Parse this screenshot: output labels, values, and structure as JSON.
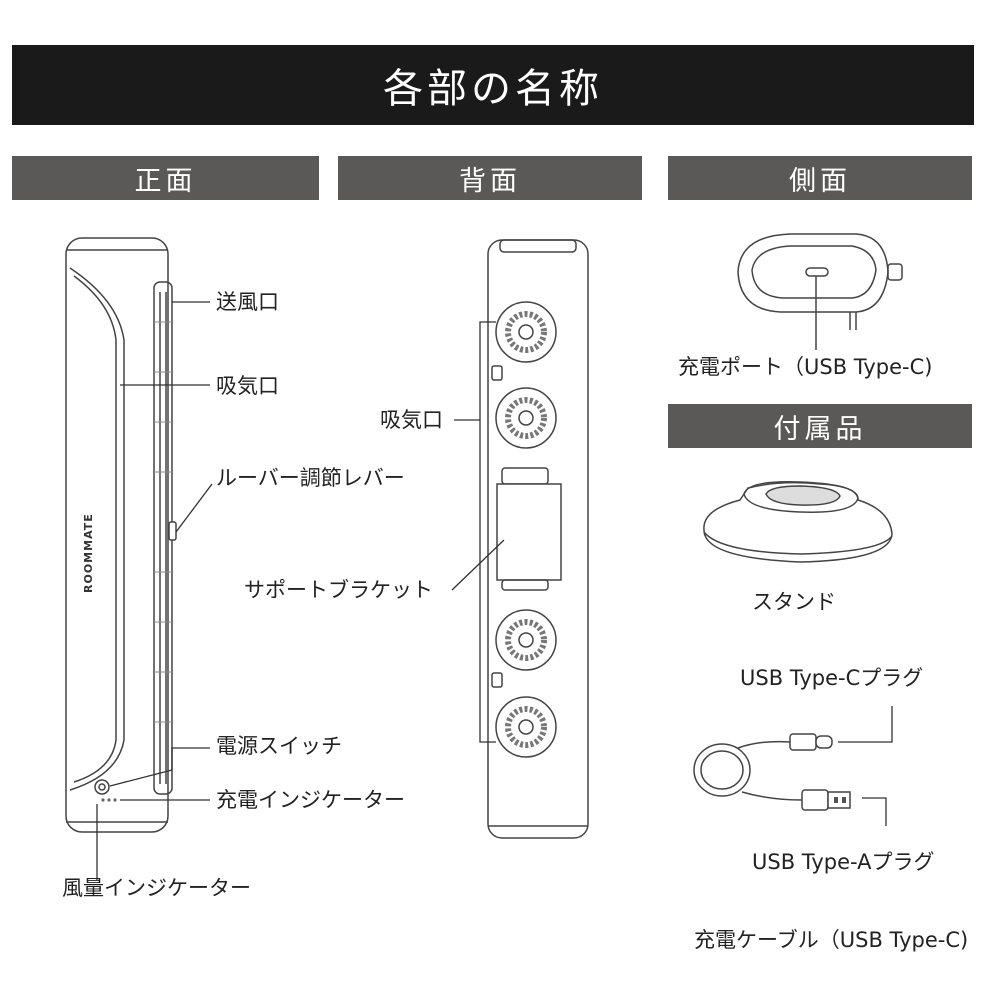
{
  "title": "各部の名称",
  "sections": {
    "front": "正面",
    "back": "背面",
    "side": "側面",
    "accessories": "付属品"
  },
  "front_labels": {
    "outlet": "送風口",
    "intake": "吸気口",
    "louver_lever": "ルーバー調節レバー",
    "power_switch": "電源スイッチ",
    "charge_indicator": "充電インジケーター",
    "wind_indicator": "風量インジケーター"
  },
  "brand_logo": "ROOMMATE",
  "back_labels": {
    "intake": "吸気口",
    "support_bracket": "サポートブラケット"
  },
  "side_labels": {
    "charge_port": "充電ポート（USB Type-C)"
  },
  "accessory_labels": {
    "stand": "スタンド",
    "usb_c_plug": "USB Type-Cプラグ",
    "usb_a_plug": "USB Type-Aプラグ",
    "cable": "充電ケーブル（USB Type-C)"
  }
}
